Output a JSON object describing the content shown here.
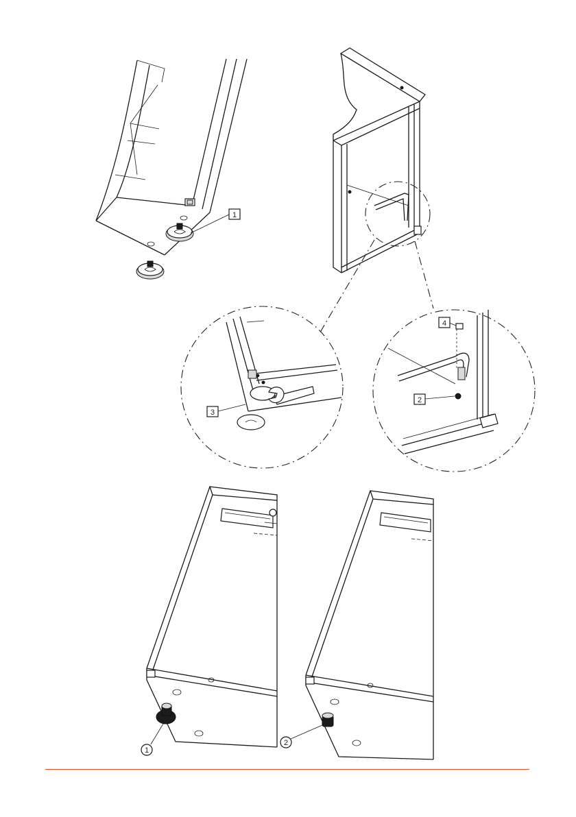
{
  "figure": {
    "callouts_top": [
      "1",
      "3",
      "2",
      "4"
    ],
    "callouts_bottom": [
      "1",
      "2"
    ]
  },
  "colors": {
    "line": "#1a1a1a",
    "footer_rule": "#e2532d"
  }
}
